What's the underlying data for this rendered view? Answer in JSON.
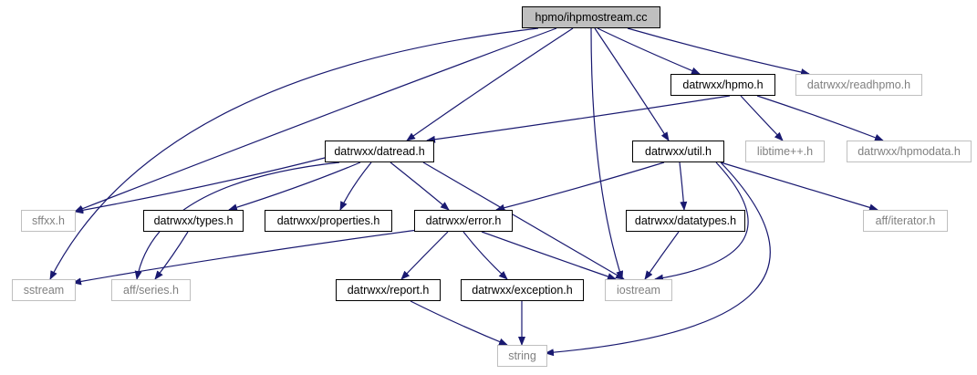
{
  "colors": {
    "edge": "#191970",
    "root_fill": "#bfbfbf",
    "doc_border": "#000000",
    "ext_border": "#bfbfbf",
    "ext_text": "#808080"
  },
  "nodes": {
    "root": "hpmo/ihpmostream.cc",
    "hpmo": "datrwxx/hpmo.h",
    "readhpmo": "datrwxx/readhpmo.h",
    "datread": "datrwxx/datread.h",
    "util": "datrwxx/util.h",
    "libtime": "libtime++.h",
    "hpmodata": "datrwxx/hpmodata.h",
    "sffxx": "sffxx.h",
    "types": "datrwxx/types.h",
    "properties": "datrwxx/properties.h",
    "error": "datrwxx/error.h",
    "datatypes": "datrwxx/datatypes.h",
    "iterator": "aff/iterator.h",
    "sstream": "sstream",
    "series": "aff/series.h",
    "report": "datrwxx/report.h",
    "exception": "datrwxx/exception.h",
    "iostream": "iostream",
    "string": "string"
  }
}
